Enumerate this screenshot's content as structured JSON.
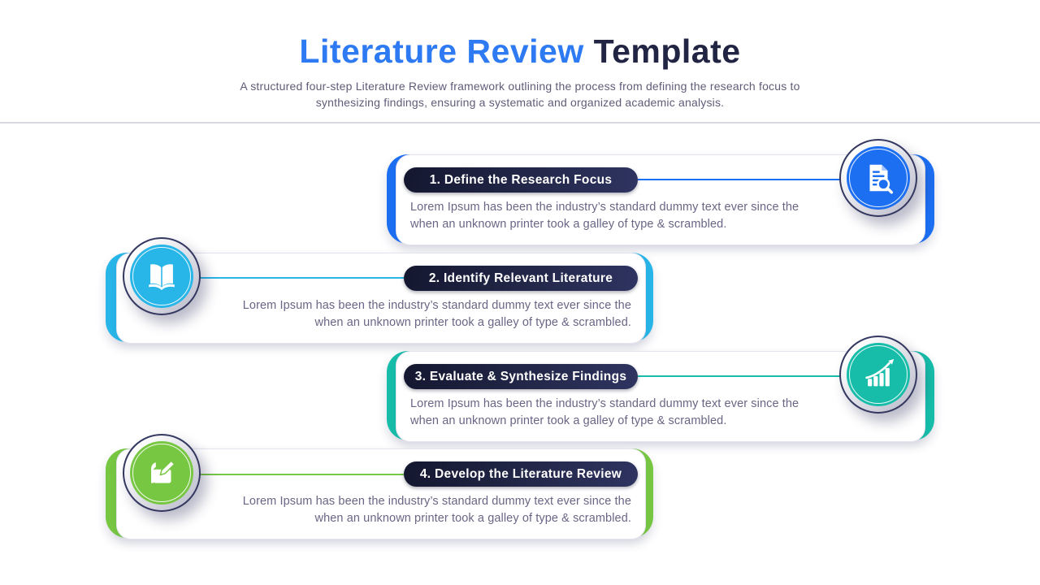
{
  "header": {
    "title_highlight": "Literature Review",
    "title_rest": " Template",
    "subtitle": "A structured four-step Literature Review framework outlining the process from defining the research focus to synthesizing findings, ensuring a systematic and organized academic analysis."
  },
  "steps": [
    {
      "label": "1. Define the Research Focus",
      "description": "Lorem Ipsum has been the industry’s standard dummy text ever since the when an unknown printer took a galley of type & scrambled.",
      "accent": "#1d6ff2",
      "icon": "document-search-icon",
      "side": "right"
    },
    {
      "label": "2. Identify Relevant Literature",
      "description": "Lorem Ipsum has been the industry’s standard dummy text ever since the when an unknown printer took a galley of type & scrambled.",
      "accent": "#28b5e8",
      "icon": "open-book-icon",
      "side": "left"
    },
    {
      "label": "3. Evaluate & Synthesize Findings",
      "description": "Lorem Ipsum has been the industry’s standard dummy text ever since the when an unknown printer took a galley of type & scrambled.",
      "accent": "#17bda9",
      "icon": "growth-chart-icon",
      "side": "right"
    },
    {
      "label": "4. Develop the Literature Review",
      "description": "Lorem Ipsum has been the industry’s standard dummy text ever since the when an unknown printer took a galley of type & scrambled.",
      "accent": "#77c743",
      "icon": "notepad-pencil-icon",
      "side": "left"
    }
  ],
  "colors": {
    "title_highlight": "#2e7af2",
    "title_dark": "#212442",
    "subtitle_text": "#5f5c77",
    "body_text": "#696685",
    "pill_background": "#14172f",
    "pill_text": "#ffffff",
    "card_border": "#e4e4ee",
    "divider": "#d8d8de",
    "badge_outline": "#343860"
  }
}
